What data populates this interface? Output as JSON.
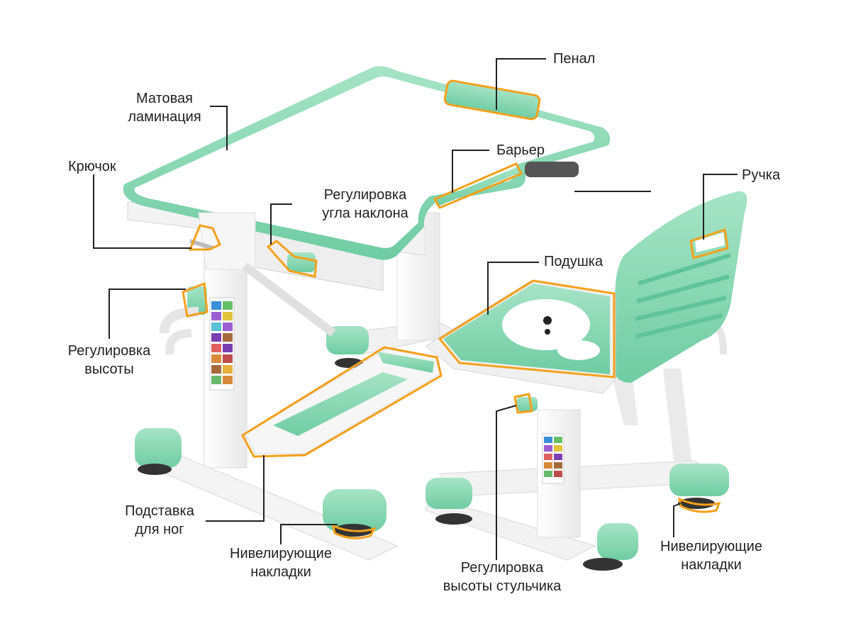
{
  "labels": {
    "penal": "Пенал",
    "lamination_1": "Матовая",
    "lamination_2": "ламинация",
    "hook": "Крючок",
    "barrier": "Барьер",
    "tilt_1": "Регулировка",
    "tilt_2": "угла наклона",
    "handle": "Ручка",
    "cushion": "Подушка",
    "height_1": "Регулировка",
    "height_2": "высоты",
    "footrest_1": "Подставка",
    "footrest_2": "для ног",
    "pads_left_1": "Нивелирующие",
    "pads_left_2": "накладки",
    "chair_height_1": "Регулировка",
    "chair_height_2": "высоты стульчика",
    "pads_right_1": "Нивелирующие",
    "pads_right_2": "накладки"
  },
  "colors": {
    "mint": "#8fd9b6",
    "mint_dark": "#5fc49a",
    "highlight": "#f5a01a",
    "leader": "#222222",
    "frame": "#f4f4f4"
  }
}
